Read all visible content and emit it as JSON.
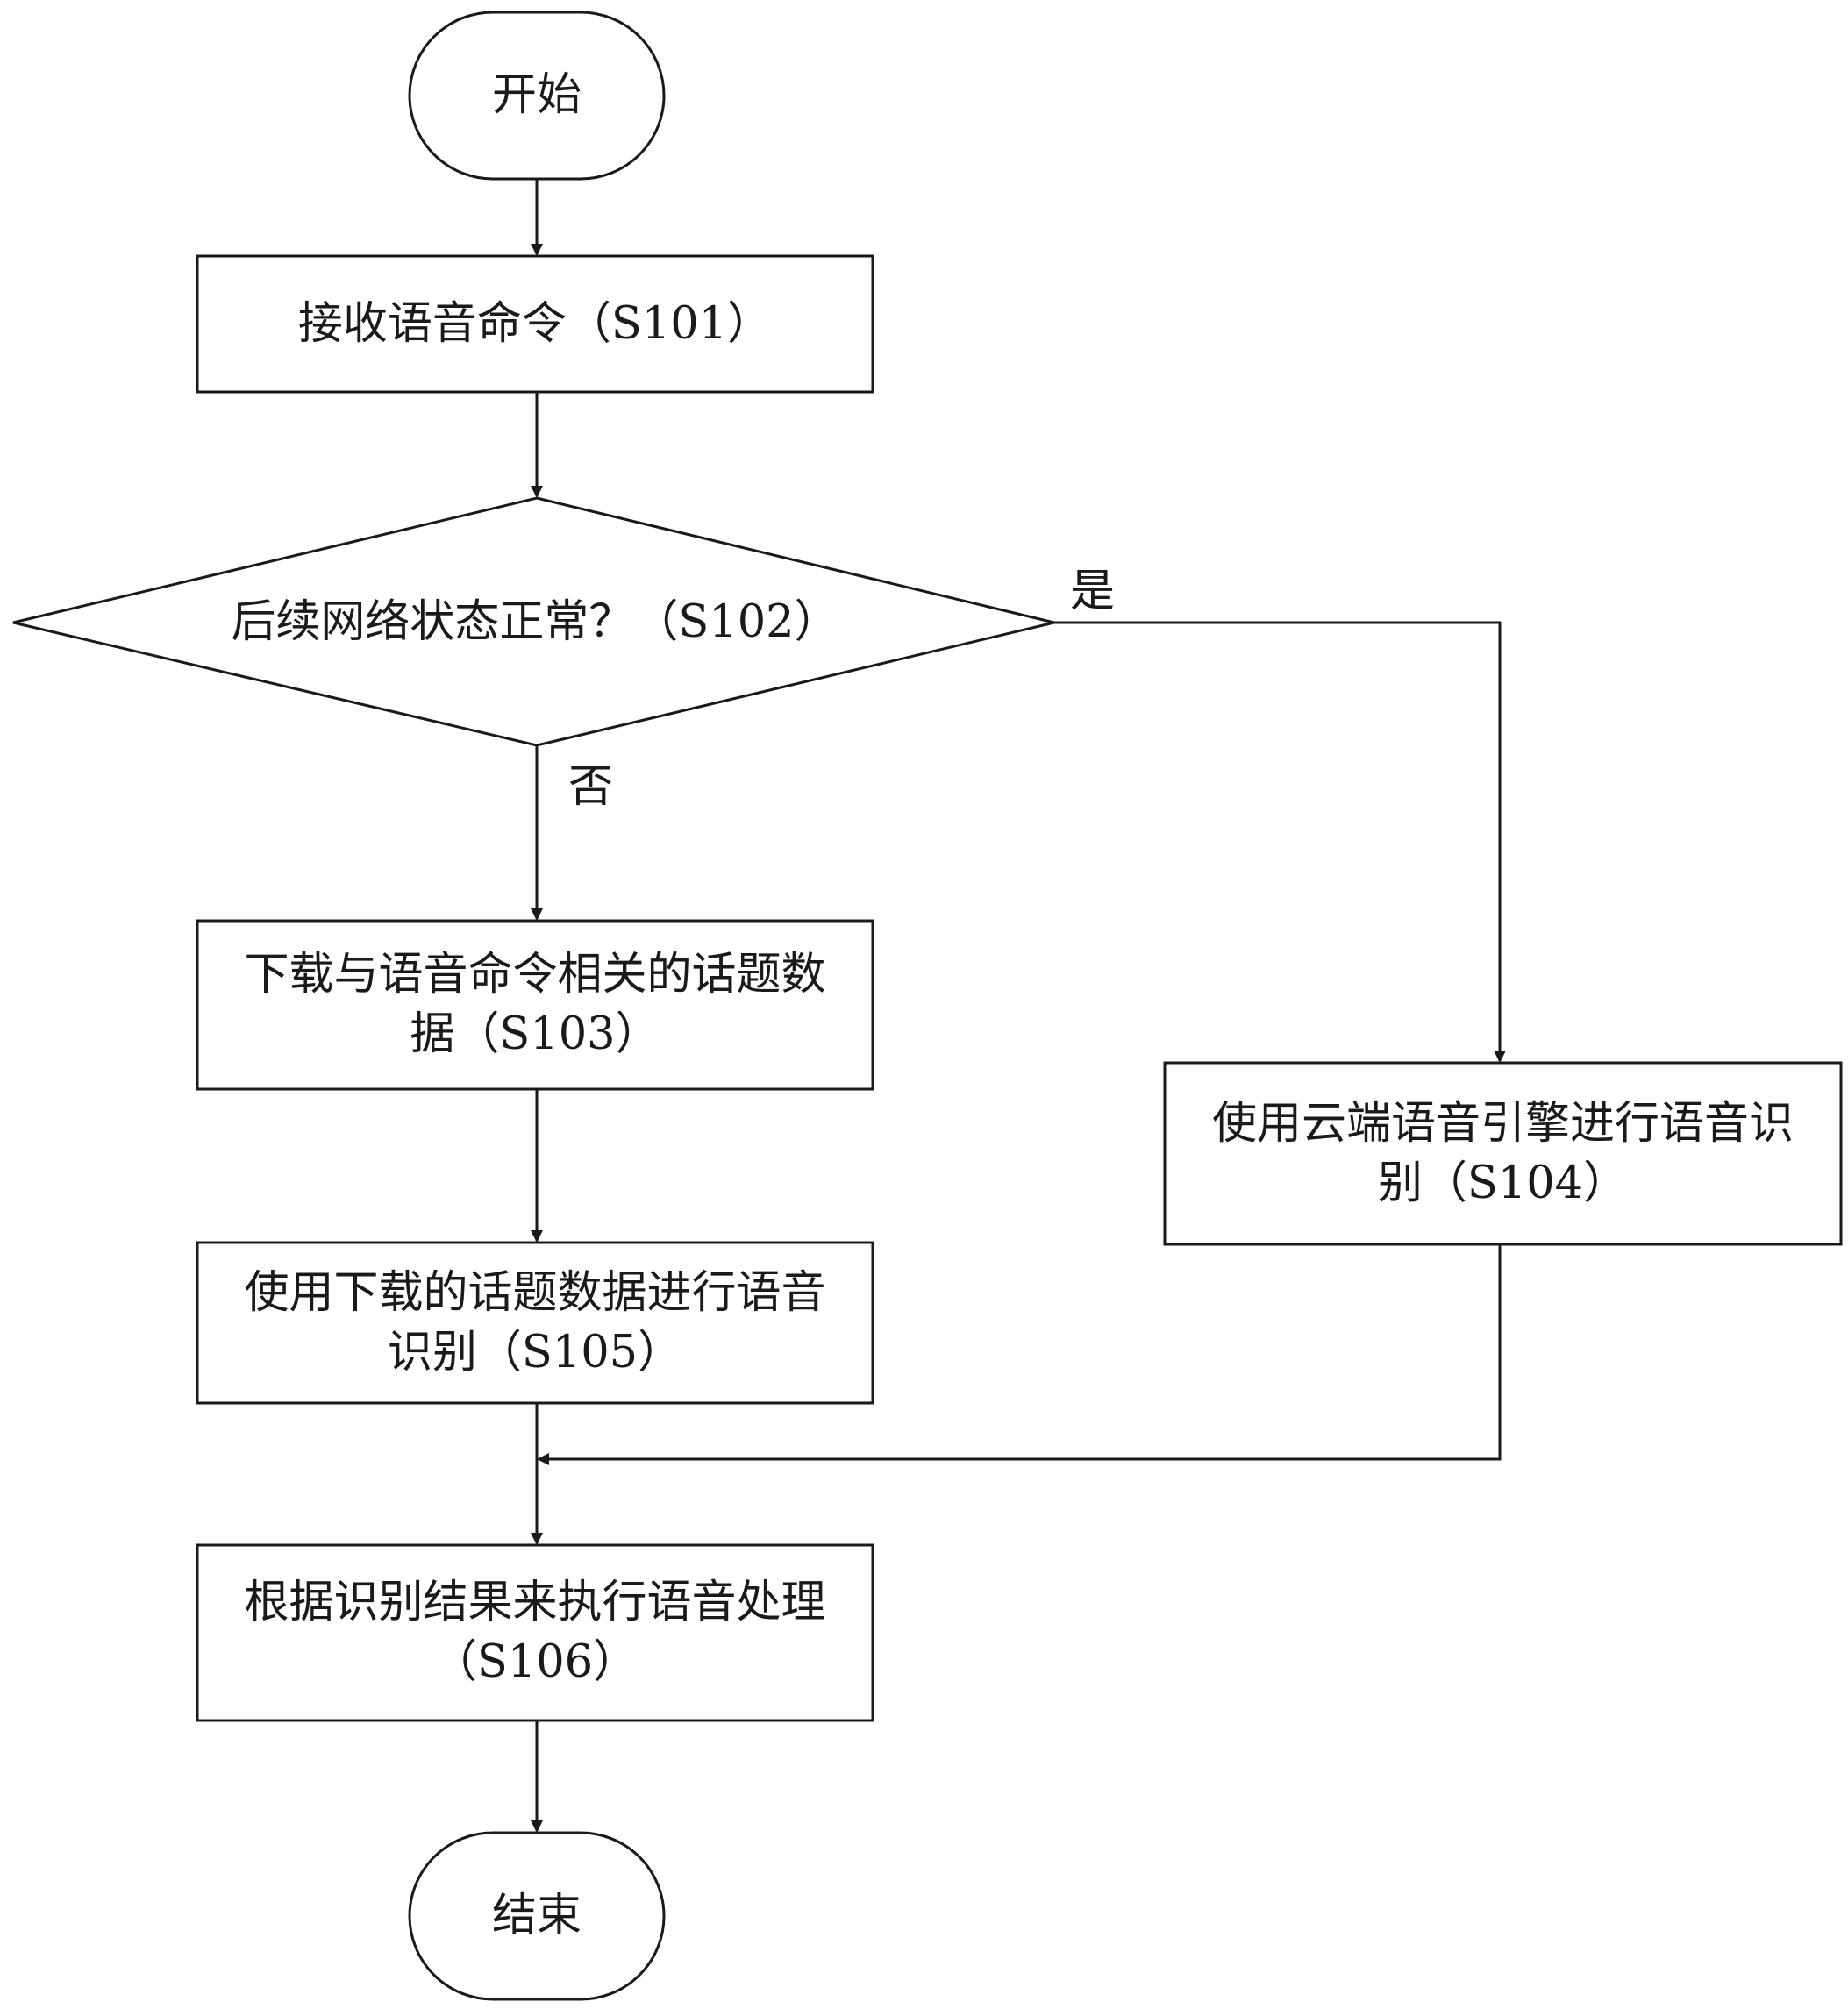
{
  "nodes": {
    "start": {
      "label": "开始"
    },
    "s101": {
      "label": "接收语音命令（S101）"
    },
    "s102": {
      "label": "后续网络状态正常？（S102）"
    },
    "s103": {
      "line1": "下载与语音命令相关的话题数",
      "line2": "据（S103）"
    },
    "s104": {
      "line1": "使用云端语音引擎进行语音识",
      "line2": "别（S104）"
    },
    "s105": {
      "line1": "使用下载的话题数据进行语音",
      "line2": "识别（S105）"
    },
    "s106": {
      "line1": "根据识别结果来执行语音处理",
      "line2": "（S106）"
    },
    "end": {
      "label": "结束"
    }
  },
  "edges": {
    "yes_label": "是",
    "no_label": "否"
  },
  "colors": {
    "stroke": "#1a1a1a",
    "background": "#ffffff"
  }
}
